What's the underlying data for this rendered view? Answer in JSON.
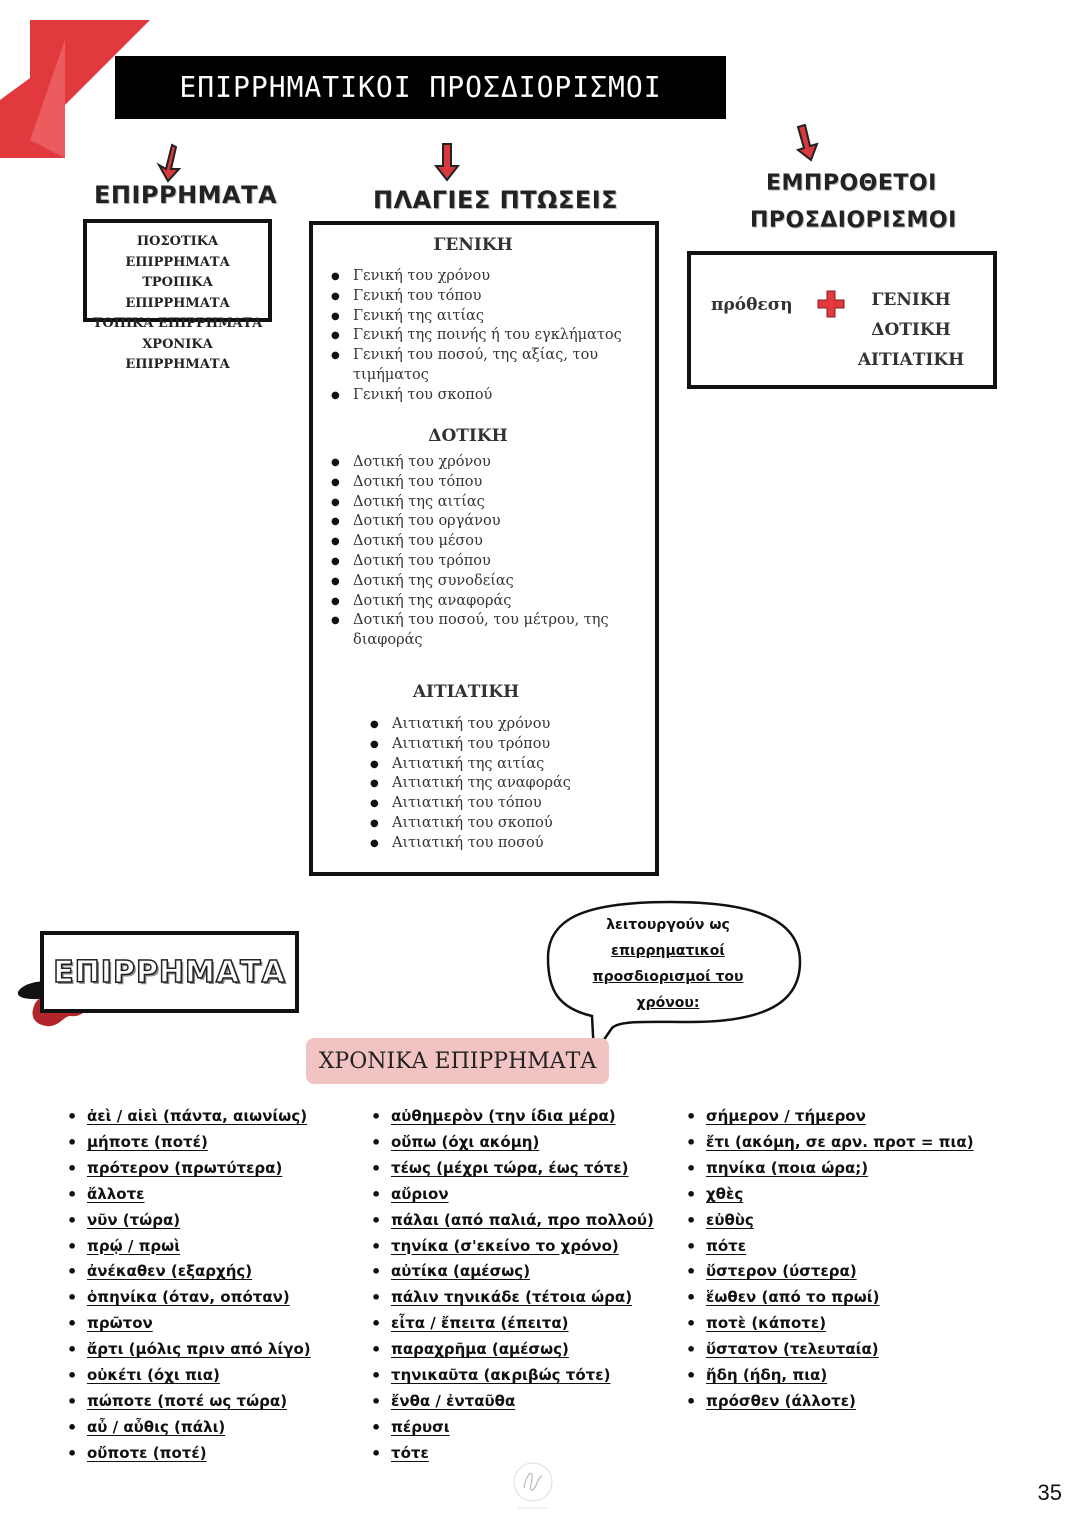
{
  "title": "ΕΠΙΡΡΗΜΑΤΙΚΟΙ ΠΡΟΣΔΙΟΡΙΣΜΟΙ",
  "col1": {
    "heading": "ΕΠΙΡΡΗΜΑΤΑ",
    "items": [
      "ΠΟΣΟΤΙΚΑ ΕΠΙΡΡΗΜΑΤΑ",
      "ΤΡΟΠΙΚΑ ΕΠΙΡΡΗΜΑΤΑ",
      "ΤΟΠΙΚΑ ΕΠΙΡΡΗΜΑΤΑ",
      "ΧΡΟΝΙΚΑ ΕΠΙΡΡΗΜΑΤΑ"
    ]
  },
  "col2": {
    "heading": "ΠΛΑΓΙΕΣ ΠΤΩΣΕΙΣ",
    "genitive": {
      "title": "ΓΕΝΙΚΗ",
      "items": [
        "Γενική του χρόνου",
        "Γενική του τόπου",
        "Γενική της αιτίας",
        "Γενική της ποινής ή του εγκλήματος",
        "Γενική του ποσού, της αξίας, του τιμήματος",
        "Γενική του σκοπού"
      ]
    },
    "dative": {
      "title": "ΔΟΤΙΚΗ",
      "items": [
        "Δοτική του χρόνου",
        "Δοτική του τόπου",
        "Δοτική της αιτίας",
        "Δοτική του οργάνου",
        "Δοτική του μέσου",
        "Δοτική του τρόπου",
        "Δοτική της συνοδείας",
        "Δοτική της αναφοράς",
        "Δοτική του ποσού, του μέτρου, της διαφοράς"
      ]
    },
    "accusative": {
      "title": "ΑΙΤΙΑΤΙΚΗ",
      "items": [
        "Αιτιατική του χρόνου",
        "Αιτιατική του τρόπου",
        "Αιτιατική της αιτίας",
        "Αιτιατική της αναφοράς",
        "Αιτιατική του τόπου",
        "Αιτιατική του σκοπού",
        "Αιτιατική του ποσού"
      ]
    }
  },
  "col3": {
    "heading_line1": "ΕΜΠΡΟΘΕΤΟΙ",
    "heading_line2": "ΠΡΟΣΔΙΟΡΙΣΜΟΙ",
    "preposition": "πρόθεση",
    "cases": [
      "ΓΕΝΙΚΗ",
      "ΔΟΤΙΚΗ",
      "ΑΙΤΙΑΤΙΚΗ"
    ]
  },
  "section2": {
    "heading": "ΕΠΙΡΡΗΜΑΤΑ",
    "bubble_lines": [
      "λειτουργούν ως",
      "επιρρηματικοί",
      "προσδιορισμοί του",
      "χρόνου:"
    ],
    "label": "ΧΡΟΝΙΚΑ ΕΠΙΡΡΗΜΑΤΑ",
    "col_a": [
      "ἀεὶ / αἰεὶ (πάντα, αιωνίως)",
      "μήποτε (ποτέ)",
      "πρότερον (πρωτύτερα)",
      "ἄλλοτε",
      "νῦν (τώρα)",
      "πρῴ / πρωὶ",
      "ἀνέκαθεν (εξαρχής)",
      "ὁπηνίκα (όταν, οπόταν)",
      "πρῶτον",
      "ἄρτι (μόλις πριν από λίγο)",
      "οὐκέτι (όχι πια)",
      "πώποτε (ποτέ ως τώρα)",
      "αὖ / αὖθις (πάλι)",
      "οὔποτε (ποτέ)"
    ],
    "col_b": [
      "αὐθημερὸν (την ίδια μέρα)",
      "οὔπω (όχι ακόμη)",
      "τέως (μέχρι τώρα, έως τότε)",
      "αὔριον",
      "πάλαι (από παλιά, προ πολλού)",
      "τηνίκα (σ'εκείνο το χρόνο)",
      "αὐτίκα (αμέσως)",
      "πάλιν τηνικάδε (τέτοια ώρα)",
      "εἶτα / ἔπειτα (έπειτα)",
      "παραχρῆμα (αμέσως)",
      "τηνικαῦτα (ακριβώς τότε)",
      "ἔνθα / ἐνταῦθα",
      "πέρυσι",
      "τότε"
    ],
    "col_c": [
      "σήμερον / τήμερον",
      "ἔτι (ακόμη, σε αρν. προτ = πια)",
      "πηνίκα (ποια ώρα;)",
      "χθὲς",
      "εὐθὺς",
      "πότε",
      "ὕστερον (ύστερα)",
      "ἕωθεν (από το πρωί)",
      "ποτὲ (κάποτε)",
      "ὕστατον (τελευταία)",
      "ἤδη (ήδη, πια)",
      "πρόσθεν (άλλοτε)"
    ]
  },
  "page_number": "35",
  "colors": {
    "accent_red": "#e0393e",
    "accent_pink": "#f2c3c3",
    "dark_red": "#b2252b"
  }
}
